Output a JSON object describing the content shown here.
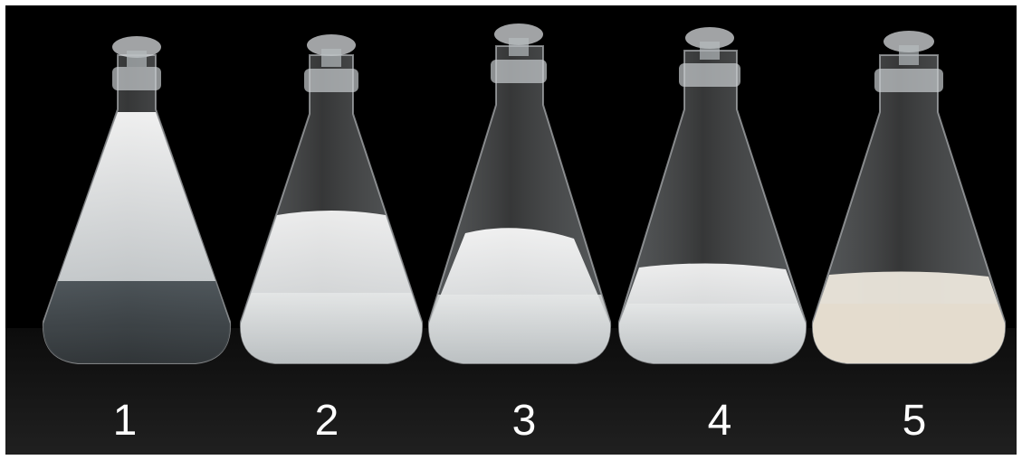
{
  "colors": {
    "background": "#000000",
    "table_surface": "#1a1a1a",
    "label_text": "#ffffff",
    "crystal": "#f2f2f2",
    "liquid": "#6a7278"
  },
  "flasks": [
    {
      "label": "1"
    },
    {
      "label": "2"
    },
    {
      "label": "3"
    },
    {
      "label": "4"
    },
    {
      "label": "5"
    }
  ]
}
